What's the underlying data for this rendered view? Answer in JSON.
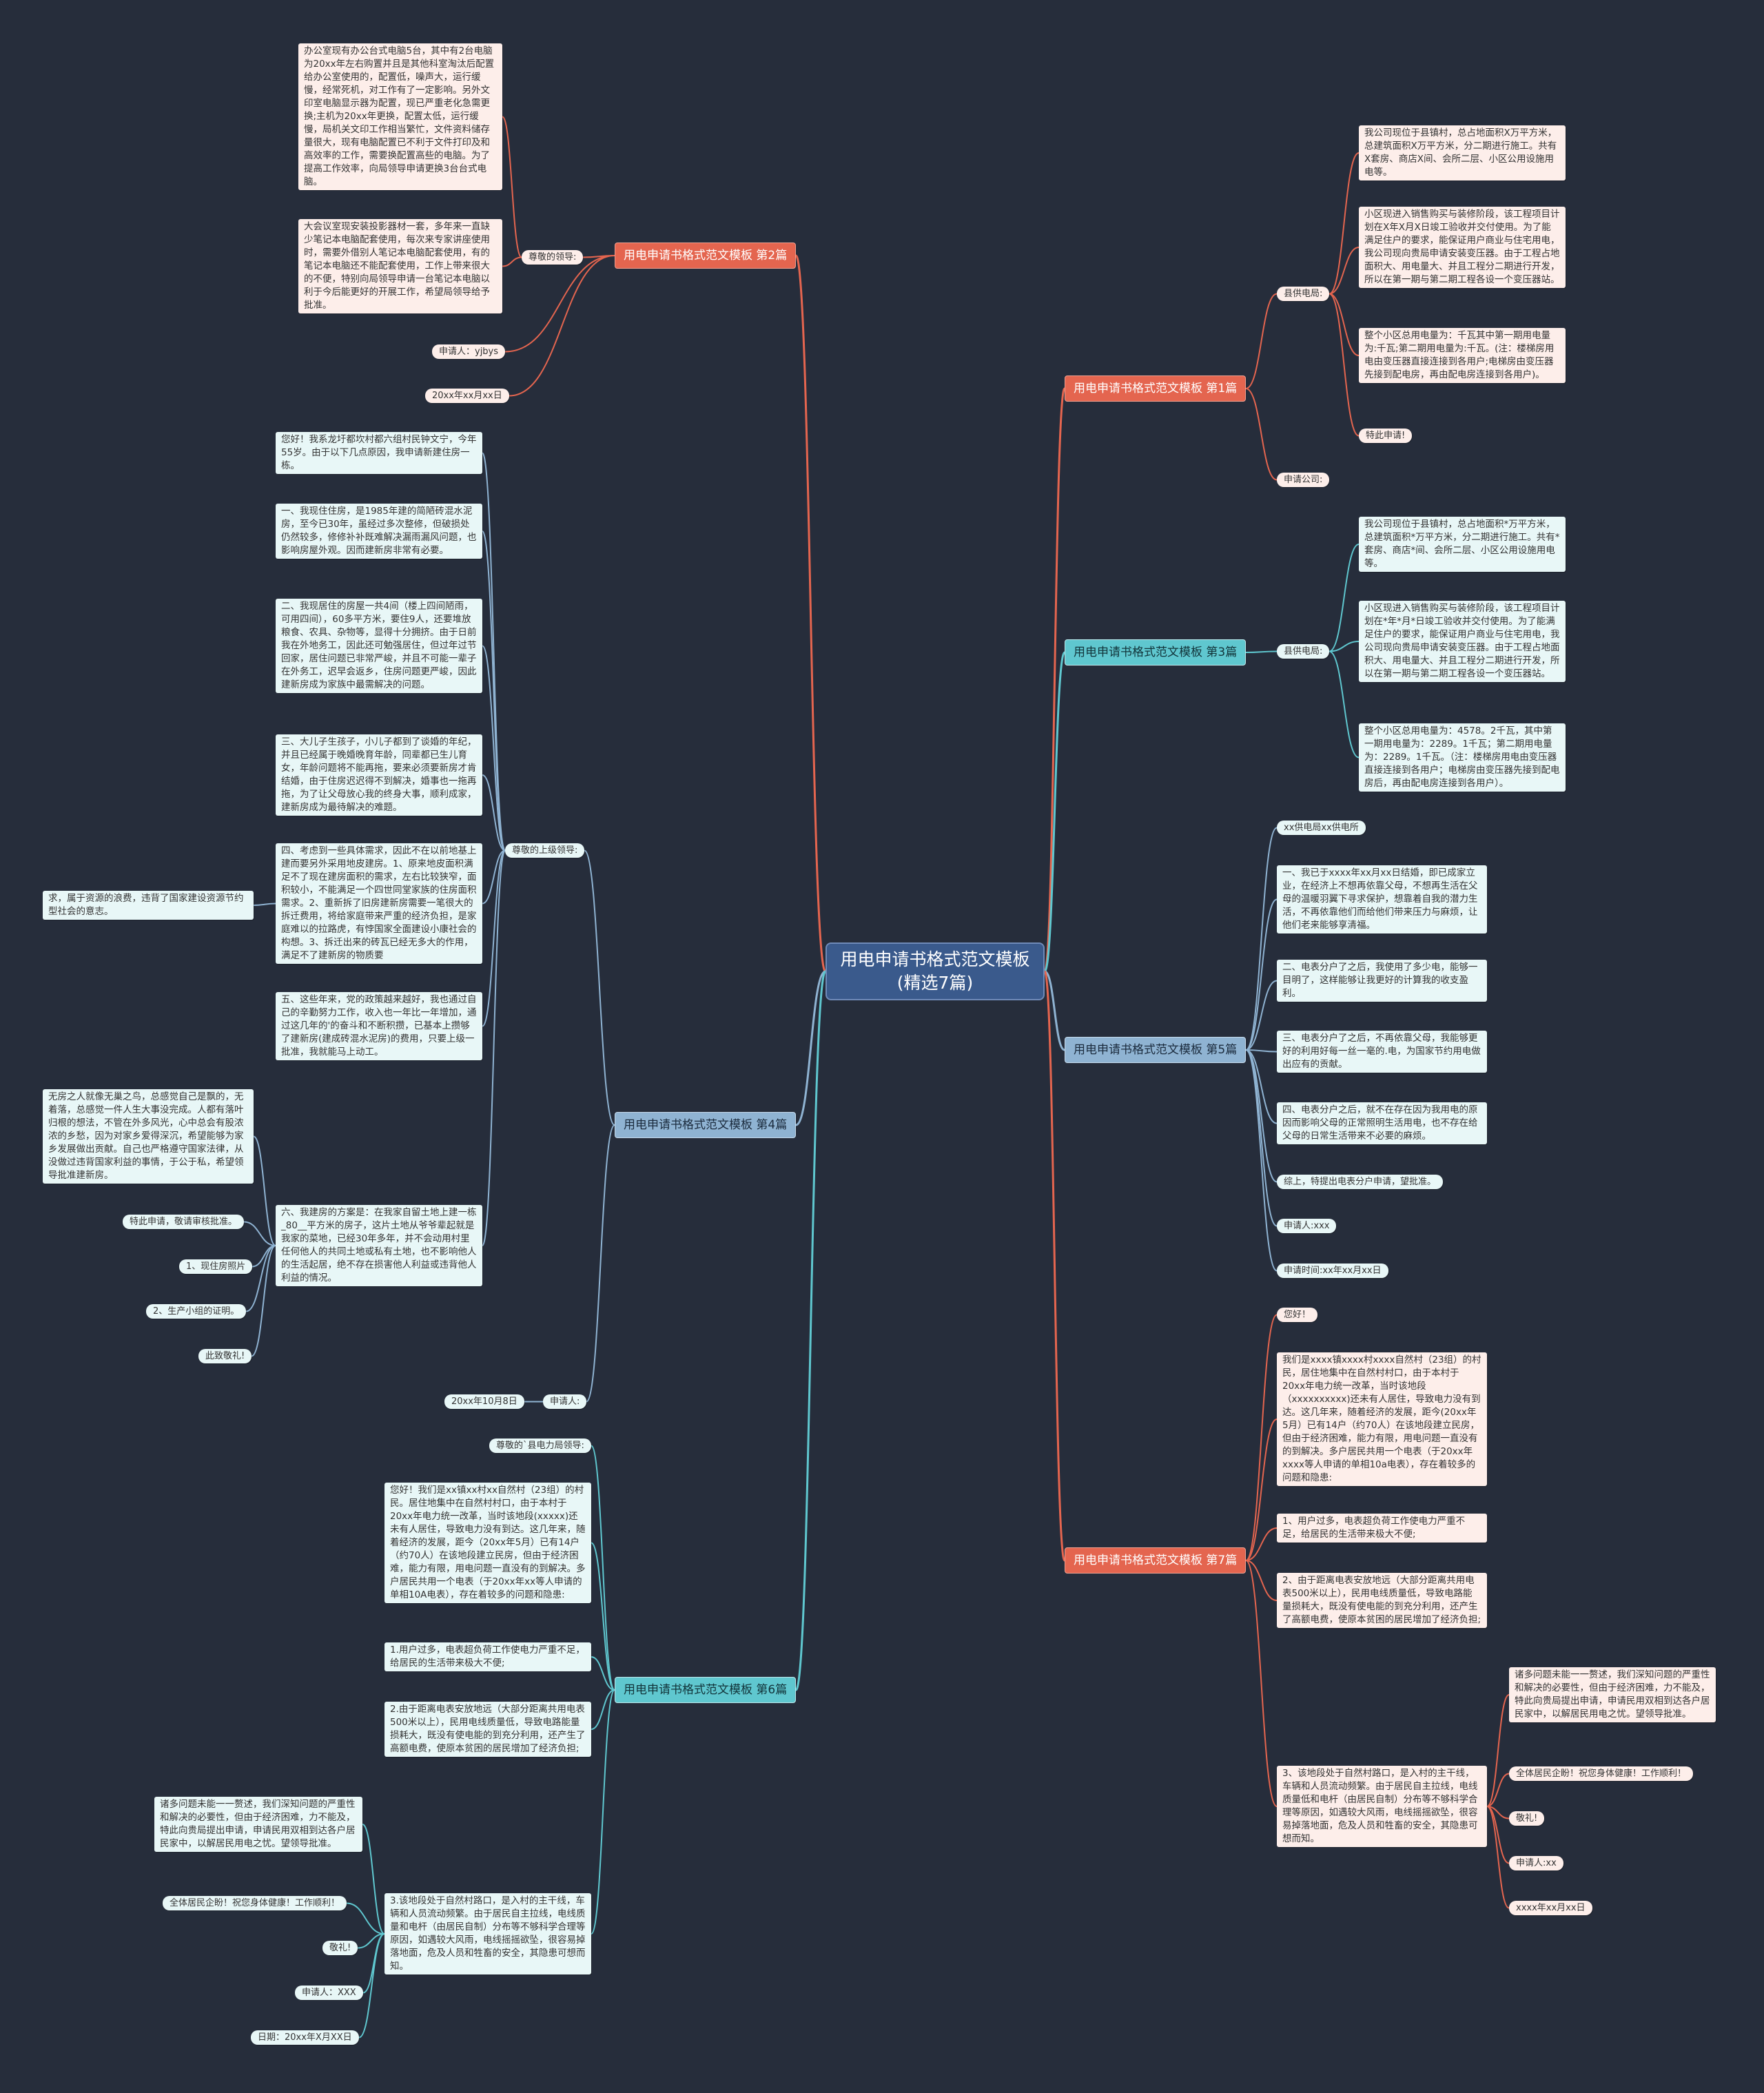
{
  "root": "用电申请书格式范文模板(精选7篇)",
  "colors": {
    "background": "#262d3b",
    "red": "#e4654f",
    "cyan": "#5fc7cf",
    "blue": "#8fb3d2",
    "root": "#3a5a8c"
  },
  "b2": {
    "title": "用电申请书格式范文模板 第2篇",
    "greet": "尊敬的领导:",
    "p1": "办公室现有办公台式电脑5台，其中有2台电脑为20xx年左右购置并且是其他科室淘汰后配置给办公室使用的，配置低，噪声大，运行缓慢，经常死机，对工作有了一定影响。另外文印室电脑显示器为配置，现已严重老化急需更换;主机为20xx年更换，配置太低，运行缓慢，局机关文印工作相当繁忙，文件资料储存量很大，现有电脑配置已不利于文件打印及和高效率的工作，需要换配置高些的电脑。为了提高工作效率，向局领导申请更换3台台式电脑。",
    "p2": "大会议室现安装投影器材一套，多年来一直缺少笔记本电脑配套使用，每次来专家讲座使用时，需要外借别人笔记本电脑配套使用，有的笔记本电脑还不能配套使用，工作上带来很大的不便，特别向局领导申请一台笔记本电脑以利于今后能更好的开展工作，希望局领导给予批准。",
    "applicant": "申请人：yjbys",
    "date": "20xx年xx月xx日"
  },
  "b4": {
    "title": "用电申请书格式范文模板 第4篇",
    "greet": "尊敬的上级领导:",
    "p1": "您好！我系龙圩都坎村都六组村民钟文宁，今年55岁。由于以下几点原因，我申请新建住房一栋。",
    "p2": "一、我现住住房，是1985年建的简陋砖混水泥房，至今已30年，虽经过多次整修，但破损处仍然较多，修修补补既难解决漏雨漏风问题，也影响房屋外观。因而建新房非常有必要。",
    "p3": "二、我现居住的房屋一共4间（楼上四间陋雨，可用四间），60多平方米，要住9人，还要堆放粮食、农具、杂物等，显得十分拥挤。由于日前我在外地务工，因此还可勉强居住，但过年过节回家，居住问题已非常严峻，并且不可能一辈子在外务工，迟早会返乡，住房问题更严峻，因此建新房成为家族中最需解决的问题。",
    "p4": "三、大儿子生孩子，小儿子都到了谈婚的年纪，并且已经属于晚婚晚育年龄，同辈都已生儿育女，年龄问题将不能再拖，要来必须要新房才肯结婚，由于住房迟迟得不到解决，婚事也一拖再拖，为了让父母放心我的终身大事，顺利成家，建新房成为最待解决的难题。",
    "p5": "四、考虑到一些具体需求，因此不在以前地基上建而要另外采用地皮建房。1、原来地皮面积满足不了现在建房面积的需求，左右比较狭窄，面积较小，不能满足一个四世同堂家族的住房面积需求。2、重新拆了旧房建新房需要一笔很大的拆迁费用，将给家庭带来严重的经济负担，是家庭难以的拉路虎，有悖国家全面建设小康社会的构想。3、拆迁出来的砖瓦已经无多大的作用，满足不了建新房的物质要",
    "p5tail": "求，属于资源的浪费，违背了国家建设资源节约型社会的意志。",
    "p6": "五、这些年来，党的政策越来越好，我也通过自己的辛勤努力工作，收入也一年比一年增加，通过这几年的'的奋斗和不断积攒，已基本上攒够了建新房(建成砖混水泥房)的费用，只要上级一批准，我就能马上动工。",
    "p7": "六、我建房的方案是：在我家自留土地上建一栋_80__平方米的房子，这片土地从爷爷辈起就是我家的菜地，已经30年多年，并不会动用村里任何他人的共同土地或私有土地，也不影响他人的生活起居，绝不存在损害他人利益或违背他人利益的情况。",
    "p7left": "无房之人就像无巢之鸟，总感觉自己是飘的，无着落，总感觉一件人生大事没完成。人都有落叶归根的想法，不管在外多风光，心中总会有股浓浓的乡愁，因为对家乡爱得深沉，希望能够为家乡发展做出贡献。自己也严格遵守国家法律，从没做过违背国家利益的事情，于公于私，希望领导批准建新房。",
    "end1": "特此申请，敬请审核批准。",
    "end2": "1、现住房照片",
    "end3": "2、生产小组的证明。",
    "end4": "此致敬礼!",
    "applicant": "申请人:",
    "date": "20xx年10月8日"
  },
  "b6": {
    "title": "用电申请书格式范文模板 第6篇",
    "greet": "尊敬的`县电力局领导:",
    "p1": "您好！我们是xx镇xx村xx自然村（23组）的村民。居住地集中在自然村村口，由于本村于20xx年电力统一改革，当时该地段(xxxxx)还未有人居住，导致电力没有到达。这几年来，随着经济的发展，距今（20xx年5月）已有14户（约70人）在该地段建立民房，但由于经济困难，能力有限，用电问题一直没有的到解决。多户居民共用一个电表（于20xx年xx等人申请的单相10A电表），存在着较多的问题和隐患:",
    "p2": "1.用户过多，电表超负荷工作使电力严重不足，给居民的生活带来极大不便;",
    "p3": "2.由于距离电表安放地远（大部分距离共用电表500米以上），民用电线质量低，导致电路能量损耗大，既没有使电能的到充分利用，还产生了高额电费，使原本贫困的居民增加了经济负担;",
    "p4": "3.该地段处于自然村路口，是入村的主干线，车辆和人员流动频繁。由于居民自主拉线，电线质量和电杆（由居民自制）分布等不够科学合理等原因，如遇较大风雨，电线摇摇欲坠，很容易掉落地面，危及人员和牲畜的安全，其隐患可想而知。",
    "p5": "诸多问题未能一一赘述，我们深知问题的严重性和解决的必要性，但由于经济困难，力不能及，特此向贵局提出申请，申请民用双相到达各户居民家中，以解居民用电之忧。望领导批准。",
    "e1": "全体居民企盼！祝您身体健康！工作顺利！",
    "e2": "敬礼!",
    "e3": "申请人：XXX",
    "e4": "日期：20xx年X月XX日"
  },
  "b1": {
    "title": "用电申请书格式范文模板 第1篇",
    "sub": "县供电局:",
    "p1": "我公司现位于县镇村，总占地面积X万平方米，总建筑面积X万平方米，分二期进行施工。共有X套房、商店X间、会所二层、小区公用设施用电等。",
    "p2": "小区现进入销售购买与装修阶段，该工程项目计划在X年X月X日竣工验收并交付使用。为了能满足住户的要求，能保证用户商业与住宅用电，我公司现向贵局申请安装变压器。由于工程占地面积大、用电量大、并且工程分二期进行开发，所以在第一期与第二期工程各设一个变压器站。",
    "p3": "整个小区总用电量为：千瓦其中第一期用电量为:千瓦;第二期用电量为:千瓦。(注：楼梯房用电由变压器直接连接到各用户;电梯房由变压器先接到配电房，再由配电房连接到各用户)。",
    "p4": "特此申请!",
    "sub2": "申请公司:"
  },
  "b3": {
    "title": "用电申请书格式范文模板 第3篇",
    "sub": "县供电局:",
    "p1": "我公司现位于县镇村，总占地面积*万平方米，总建筑面积*万平方米，分二期进行施工。共有*套房、商店*间、会所二层、小区公用设施用电等。",
    "p2": "小区现进入销售购买与装修阶段，该工程项目计划在*年*月*日竣工验收并交付使用。为了能满足住户的要求，能保证用户商业与住宅用电，我公司现向贵局申请安装变压器。由于工程占地面积大、用电量大、并且工程分二期进行开发，所以在第一期与第二期工程各设一个变压器站。",
    "p3": "整个小区总用电量为：4578。2千瓦，其中第一期用电量为：2289。1千瓦；第二期用电量为：2289。1千瓦。（注：楼梯房用电由变压器直接连接到各用户；电梯房由变压器先接到配电房后，再由配电房连接到各用户）。"
  },
  "b5": {
    "title": "用电申请书格式范文模板 第5篇",
    "sub": "xx供电局xx供电所",
    "p1": "一、我已于xxxx年xx月xx日结婚，即已成家立业，在经济上不想再依靠父母，不想再生活在父母的温暖羽翼下寻求保护，想靠着自我的潜力生活，不再依靠他们而给他们带来压力与麻烦，让他们老来能够享清福。",
    "p2": "二、电表分户了之后，我使用了多少电，能够一目明了，这样能够让我更好的计算我的收支盈利。",
    "p3": "三、电表分户了之后，不再依靠父母，我能够更好的利用好每一丝一毫的.电，为国家节约用电做出应有的贡献。",
    "p4": "四、电表分户之后，就不在存在因为我用电的原因而影响父母的正常照明生活用电，也不存在给父母的日常生活带来不必要的麻烦。",
    "p5": "综上，特提出电表分户申请，望批准。",
    "p6": "申请人:xxx",
    "p7": "申请时间:xx年xx月xx日"
  },
  "b7": {
    "title": "用电申请书格式范文模板 第7篇",
    "greet": "您好！",
    "p1": "我们是xxxx镇xxxx村xxxx自然村（23组）的村民，居住地集中在自然村村口，由于本村于20xx年电力统一改革，当时该地段（xxxxxxxxxx)还未有人居住，导致电力没有到达。这几年来，随着经济的发展，距今(20xx年5月）已有14户（约70人）在该地段建立民房，但由于经济困难，能力有限，用电问题一直没有的到解决。多户居民共用一个电表（于20xx年xxxx等人申请的单相10a电表），存在着较多的问题和隐患:",
    "p2": "1、用户过多，电表超负荷工作使电力严重不足，给居民的生活带来极大不便;",
    "p3": "2、由于距离电表安放地远（大部分距离共用电表500米以上），民用电线质量低，导致电路能量损耗大，既没有使电能的到充分利用，还产生了高额电费，使原本贫困的居民增加了经济负担;",
    "p4": "3、该地段处于自然村路口，是入村的主干线，车辆和人员流动频繁。由于居民自主拉线，电线质量低和电杆（由居民自制）分布等不够科学合理等原因，如遇较大风雨，电线摇摇欲坠，很容易掉落地面，危及人员和牲畜的安全，其隐患可想而知。",
    "p5": "诸多问题未能一一赘述，我们深知问题的严重性和解决的必要性，但由于经济困难，力不能及，特此向贵局提出申请，申请民用双相到达各户居民家中，以解居民用电之忧。望领导批准。",
    "e1": "全体居民企盼！祝您身体健康！工作顺利！",
    "e2": "敬礼!",
    "e3": "申请人:xx",
    "e4": "xxxx年xx月xx日"
  }
}
